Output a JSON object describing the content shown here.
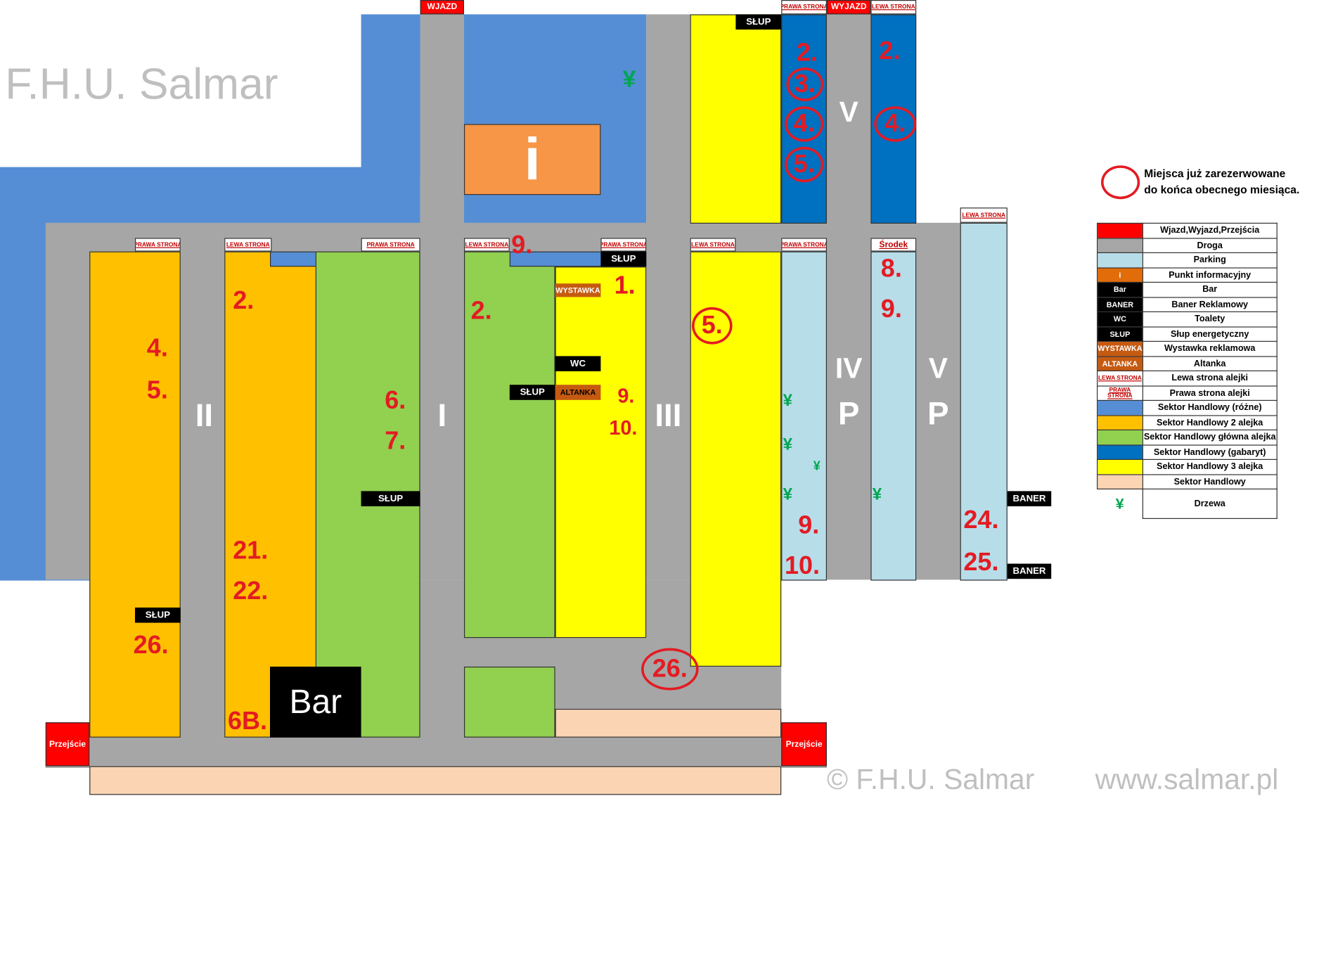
{
  "watermark": {
    "title": "F.H.U. Salmar",
    "footer_copyright": "© F.H.U. Salmar",
    "footer_url": "www.salmar.pl"
  },
  "signs": {
    "wjazd": "WJAZD",
    "wyjazd": "WYJAZD",
    "przejscie": "Przejście",
    "prawa": "PRAWA STRONA",
    "lewa": "LEWA STRONA",
    "lewa_short": "LEWA STRONA",
    "srodek": "Środek",
    "slup": "SŁUP",
    "wc": "WC",
    "wystawka": "WYSTAWKA",
    "altanka": "ALTANKA",
    "baner": "BANER",
    "bar": "Bar",
    "info": "i",
    "tree": "¥"
  },
  "alleys": {
    "I": "I",
    "II": "II",
    "III": "III",
    "IV": "IV",
    "V": "V",
    "P": "P"
  },
  "numbers": {
    "n1": "1.",
    "n2": "2.",
    "n3": "3.",
    "n4": "4.",
    "n5": "5.",
    "n6": "6.",
    "n7": "7.",
    "n8": "8.",
    "n9": "9.",
    "n10": "10.",
    "n21": "21.",
    "n22": "22.",
    "n24": "24.",
    "n25": "25.",
    "n26": "26.",
    "n6b": "6B."
  },
  "reserved_note": {
    "line1": "Miejsca już zarezerwowane",
    "line2": "do końca obecnego miesiąca."
  },
  "legend": [
    {
      "swatch": "",
      "color": "#ff0000",
      "label": "Wjazd,Wyjazd,Przejścia"
    },
    {
      "swatch": "",
      "color": "#a6a6a6",
      "label": "Droga"
    },
    {
      "swatch": "",
      "color": "#b7dde8",
      "label": "Parking"
    },
    {
      "swatch": "i",
      "color": "#e26b0a",
      "label": "Punkt informacyjny"
    },
    {
      "swatch": "Bar",
      "color": "#000000",
      "label": "Bar"
    },
    {
      "swatch": "BANER",
      "color": "#000000",
      "label": "Baner Reklamowy"
    },
    {
      "swatch": "WC",
      "color": "#000000",
      "label": "Toalety"
    },
    {
      "swatch": "SŁUP",
      "color": "#000000",
      "label": "Słup energetyczny"
    },
    {
      "swatch": "WYSTAWKA",
      "color": "#c55a11",
      "label": "Wystawka reklamowa"
    },
    {
      "swatch": "ALTANKA",
      "color": "#c55a11",
      "label": "Altanka"
    },
    {
      "swatch": "LEWA STRONA",
      "color": "#ffffff",
      "label": "Lewa strona alejki"
    },
    {
      "swatch": "PRAWA STRONA",
      "color": "#ffffff",
      "label": "Prawa strona alejki"
    },
    {
      "swatch": "",
      "color": "#558ed5",
      "label": "Sektor Handlowy (różne)"
    },
    {
      "swatch": "",
      "color": "#ffc000",
      "label": "Sektor Handlowy 2 alejka"
    },
    {
      "swatch": "",
      "color": "#92d050",
      "label": "Sektor Handlowy główna alejka"
    },
    {
      "swatch": "",
      "color": "#0070c0",
      "label": "Sektor Handlowy (gabaryt)"
    },
    {
      "swatch": "",
      "color": "#ffff00",
      "label": "Sektor Handlowy 3 alejka"
    },
    {
      "swatch": "",
      "color": "#fbd4b4",
      "label": "Sektor Handlowy"
    },
    {
      "swatch": "¥",
      "color": "#ffffff",
      "label": "Drzewa"
    }
  ]
}
